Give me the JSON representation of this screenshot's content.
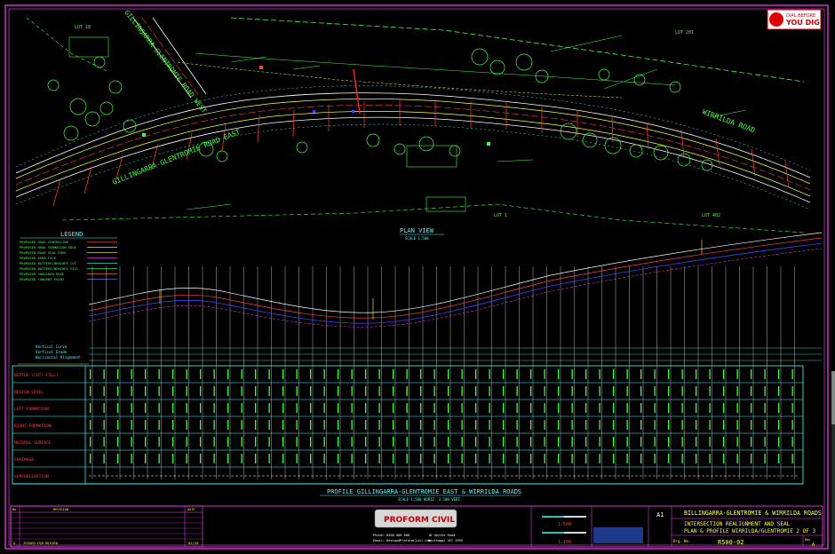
{
  "badge": {
    "line1": "DIAL BEFORE",
    "line2": "YOU DIG"
  },
  "plan": {
    "road_west": "GILLINGARRA-GLENTROMIE ROAD WEST",
    "road_east": "GILLINGARRA-GLENTROMIE ROAD EAST",
    "wirrilda": "WIRRILDA ROAD",
    "lot_a": "LOT 201",
    "lot_b": "LOT 1",
    "lot_c": "LOT 402",
    "lot_d": "LOT 18",
    "title": "PLAN VIEW",
    "scale": "SCALE 1:500"
  },
  "legend": {
    "title": "LEGEND",
    "items": [
      {
        "label": "PROPOSED ROAD CENTRELINE",
        "color": "#ff4040"
      },
      {
        "label": "PROPOSED ROAD FORMATION EDGE",
        "color": "#ffffff"
      },
      {
        "label": "PROPOSED ROAD SEAL EDGE",
        "color": "#ffff40"
      },
      {
        "label": "PROPOSED KERB FACE",
        "color": "#ff40ff"
      },
      {
        "label": "PROPOSED BATTERS/BENCHES CUT",
        "color": "#40ffff"
      },
      {
        "label": "PROPOSED BATTERS/BENCHES FILL",
        "color": "#40ff40"
      },
      {
        "label": "PROPOSED SHOULDER EDGE",
        "color": "#ff8040"
      },
      {
        "label": "PROPOSED TANGENT POINT",
        "color": "#8080ff"
      }
    ]
  },
  "profile": {
    "title": "PROFILE GILLINGARRA-GLENTROMIE EAST & WIRRILDA ROADS",
    "scale": "SCALE 1:500 HORIZ. 1:100 VERT.",
    "curve_labels": [
      "Vertical Curve",
      "Vertical Grade",
      "Horizontal Alignment"
    ],
    "rows": [
      "DEPTHS (CUT/-FILL)",
      "DESIGN LEVEL",
      "LEFT FORMATION",
      "RIGHT FORMATION",
      "NATURAL SURFACE",
      "CHAINAGE",
      "SUPERELEVATION"
    ]
  },
  "title_block": {
    "rev_headers": [
      "No.",
      "REVISION",
      "DATE"
    ],
    "rev_entry": {
      "no": "A",
      "text": "ISSUED FOR REVIEW",
      "date": "02/20"
    },
    "company": "PROFORM CIVIL",
    "contact_phone": "Phone: 0400 000 000",
    "contact_email": "Email: Design@ProformCivil.com",
    "address_1": "16 Smythe Road",
    "address_2": "Wonthaggi VIC 3995",
    "scale_horiz": "1:500",
    "scale_vert": "1:100",
    "size": "A1",
    "project": "BILLINGARRA-GLENTROMIE & WIRRILDA ROADS",
    "drawing_title_1": "INTERSECTION REALIGNMENT AND SEAL",
    "drawing_title_2": "PLAN & PROFILE WIRRILDA/GLENTROMIE 2 OF 3",
    "dwg_label": "Drg. No.",
    "dwg_no": "R500-02",
    "rev_label": "Rev",
    "rev_value": "A"
  },
  "colors": {
    "frame": "#ff40ff",
    "plan_line": "#40ff40",
    "table": "#40ffff",
    "row_label": "#ff4040",
    "title_text": "#ffff40"
  }
}
